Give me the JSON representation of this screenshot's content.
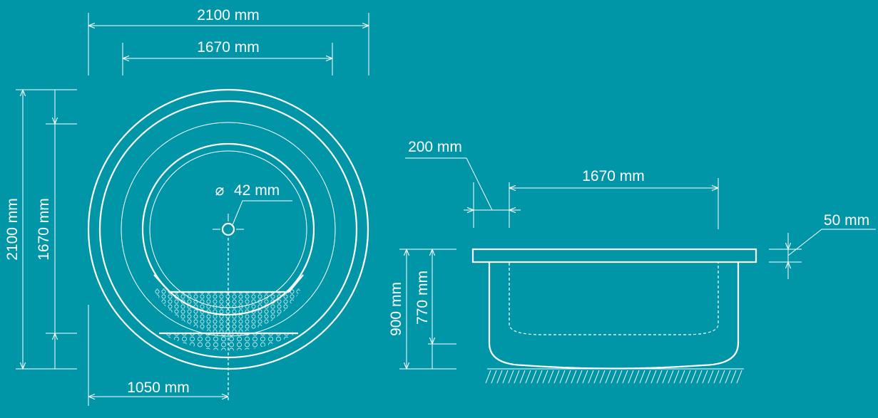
{
  "colors": {
    "background": "#0096a8",
    "lines": "#ffffff"
  },
  "top_view": {
    "overall_width": "2100 mm",
    "inner_width": "1670 mm",
    "overall_depth": "2100 mm",
    "inner_depth": "1670 mm",
    "drain_diameter": "42 mm",
    "diameter_symbol": "⌀",
    "center_offset": "1050 mm"
  },
  "side_view": {
    "rim_width": "200 mm",
    "inner_width": "1670 mm",
    "rim_thickness": "50 mm",
    "total_height": "900 mm",
    "inner_depth": "770 mm"
  }
}
